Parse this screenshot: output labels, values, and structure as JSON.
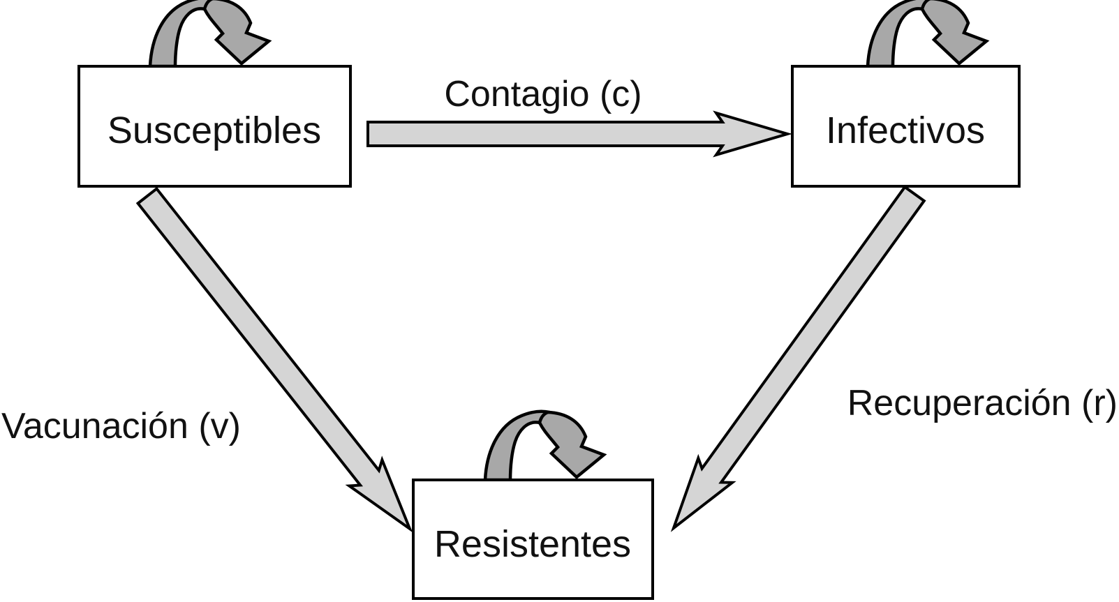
{
  "diagram": {
    "kind": "compartment-flow-diagram",
    "language": "es",
    "nodes": [
      {
        "id": "susceptibles",
        "label": "Susceptibles",
        "self_loop": true
      },
      {
        "id": "infectivos",
        "label": "Infectivos",
        "self_loop": true
      },
      {
        "id": "resistentes",
        "label": "Resistentes",
        "self_loop": true
      }
    ],
    "edges": [
      {
        "from": "susceptibles",
        "to": "infectivos",
        "label": "Contagio (c)"
      },
      {
        "from": "susceptibles",
        "to": "resistentes",
        "label": "Vacunación (v)"
      },
      {
        "from": "infectivos",
        "to": "resistentes",
        "label": "Recuperación (r)"
      }
    ],
    "colors": {
      "background": "#ffffff",
      "box_fill": "#ffffff",
      "outline": "#000000",
      "arrow_fill": "#d5d5d5",
      "loop_fill": "#a8a8a8",
      "text": "#111111"
    }
  }
}
